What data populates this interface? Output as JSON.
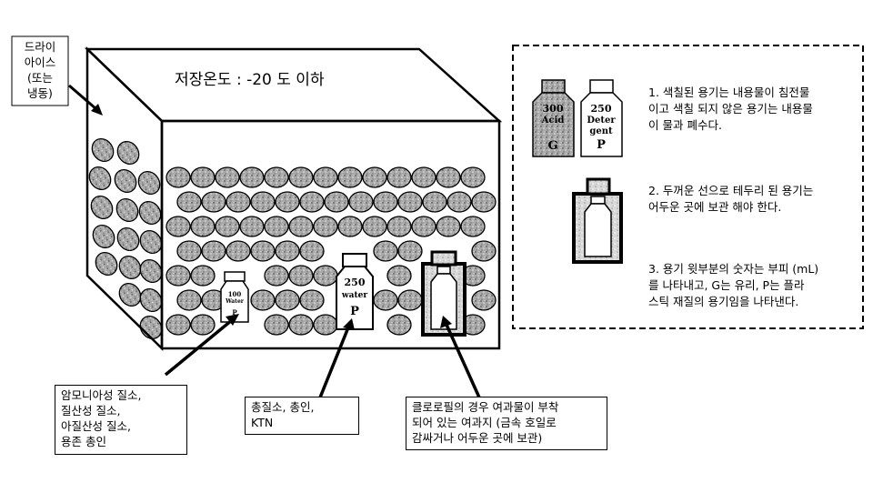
{
  "storage": {
    "temperature_label": "저장온도 : -20 도 이하"
  },
  "dry_ice": {
    "line1": "드라이",
    "line2": "아이스",
    "line3": "(또는",
    "line4": "냉동)"
  },
  "bottles": {
    "small_water": {
      "volume": "100",
      "content": "Water",
      "material": "P"
    },
    "water_250": {
      "volume": "250",
      "content": "water",
      "material": "P"
    },
    "legend_acid": {
      "volume": "300",
      "content": "Acid",
      "material": "G"
    },
    "legend_detergent": {
      "volume": "250",
      "content_line1": "Deter",
      "content_line2": "gent",
      "material": "P"
    }
  },
  "callouts": {
    "ammonia": {
      "line1": "암모니아성 질소,",
      "line2": "질산성 질소,",
      "line3": "아질산성 질소,",
      "line4": "용존 총인"
    },
    "total": {
      "line1": "총질소, 총인,",
      "line2": "KTN"
    },
    "chlorophyll": {
      "line1": "클로로필의 경우 여과물이 부착",
      "line2": "되어 있는 여과지 (금속 호일로",
      "line3": "감싸거나 어두운 곳에 보관)"
    }
  },
  "legend": {
    "note1": {
      "line1": "1. 색칠된 용기는 내용물이 침전물",
      "line2": "이고 색칠 되지 않은 용기는 내용물",
      "line3": "이 물과 폐수다."
    },
    "note2": {
      "line1": "2. 두꺼운 선으로 테두리 된 용기는",
      "line2": "어두운 곳에 보관 해야 한다."
    },
    "note3": {
      "line1": "3. 용기 윗부분의 숫자는 부피 (mL)",
      "line2": "를 나타내고, G는 유리, P는 플라",
      "line3": "스틱 재질의 용기임을 나타낸다."
    }
  },
  "colors": {
    "ice": "#8e8e8e",
    "ice_light": "#cfcfcf",
    "outline": "#000000"
  }
}
